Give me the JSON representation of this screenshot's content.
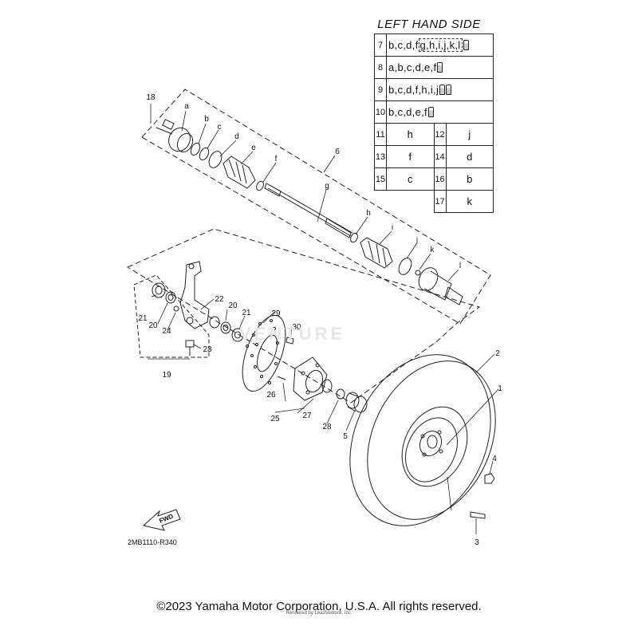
{
  "table": {
    "title": "LEFT HAND SIDE",
    "wide_rows": [
      {
        "num": "7",
        "value": "b,c,d,f",
        "boxed": "g,h,i,j,k,l",
        "glue": 1
      },
      {
        "num": "8",
        "value": "a,b,c,d,e,f",
        "boxed": "",
        "glue": 1
      },
      {
        "num": "9",
        "value": "b,c,d,f,h,i,j",
        "boxed": "",
        "glue": 2
      },
      {
        "num": "10",
        "value": "b,c,d,e,f",
        "boxed": "",
        "glue": 1
      }
    ],
    "pair_rows": [
      {
        "n1": "11",
        "v1": "h",
        "n2": "12",
        "v2": "j"
      },
      {
        "n1": "13",
        "v1": "f",
        "n2": "14",
        "v2": "d"
      },
      {
        "n1": "15",
        "v1": "c",
        "n2": "16",
        "v2": "b"
      },
      {
        "n1": "",
        "v1": "",
        "n2": "17",
        "v2": "k"
      }
    ]
  },
  "callouts": {
    "n18": "18",
    "a": "a",
    "b": "b",
    "c": "c",
    "d": "d",
    "e": "e",
    "f": "f",
    "n6": "6",
    "g": "g",
    "h": "h",
    "i": "i",
    "j": "j",
    "k": "k",
    "l": "l",
    "n22": "22",
    "n20a": "20",
    "n21a": "21",
    "n21b": "21",
    "n20b": "20",
    "n24": "24",
    "n23": "23",
    "n19": "19",
    "n29": "29",
    "n30": "30",
    "n2": "2",
    "n1": "1",
    "n26": "26",
    "n27": "27",
    "n25": "25",
    "n28": "28",
    "n5": "5",
    "n4": "4",
    "n3": "3"
  },
  "fwd_label": "FWD",
  "watermark": "VENTURE",
  "drawing_code": "2MB1110-R340",
  "copyright": "©2023 Yamaha Motor Corporation, U.S.A. All rights reserved.",
  "rendered_by": "Rendered by LeadVenture, Inc."
}
